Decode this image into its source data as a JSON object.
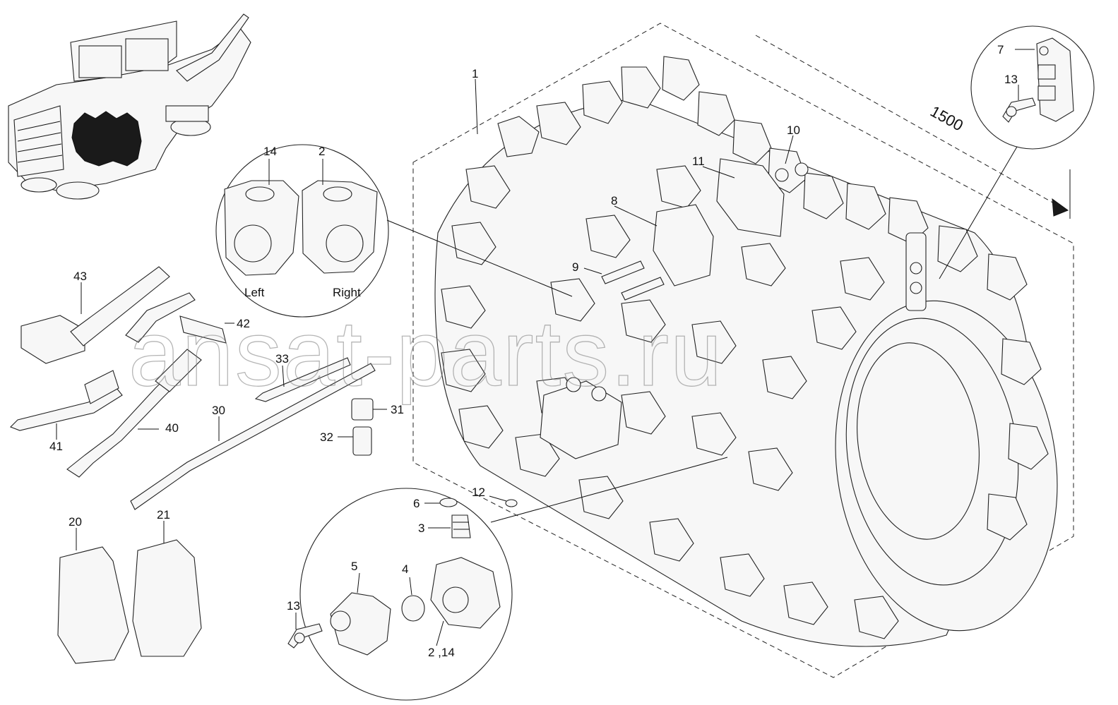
{
  "watermark": "ansat-parts.ru",
  "labels": {
    "n1": "1",
    "n2": "2",
    "n3": "3",
    "n4": "4",
    "n5": "5",
    "n6": "6",
    "n7": "7",
    "n8": "8",
    "n9": "9",
    "n10": "10",
    "n11": "11",
    "n12": "12",
    "n13_top": "13",
    "n13_bottom": "13",
    "n14": "14",
    "n2_detail": "2",
    "n2_14": "2 ,14",
    "n20": "20",
    "n21": "21",
    "n30": "30",
    "n31": "31",
    "n32": "32",
    "n33": "33",
    "n40": "40",
    "n41": "41",
    "n42": "42",
    "n43": "43"
  },
  "dimension": "1500",
  "captions": {
    "left": "Left",
    "right": "Right"
  },
  "colors": {
    "line": "#111111",
    "watermark": "#7a7a7a",
    "fill": "#f7f7f7"
  }
}
